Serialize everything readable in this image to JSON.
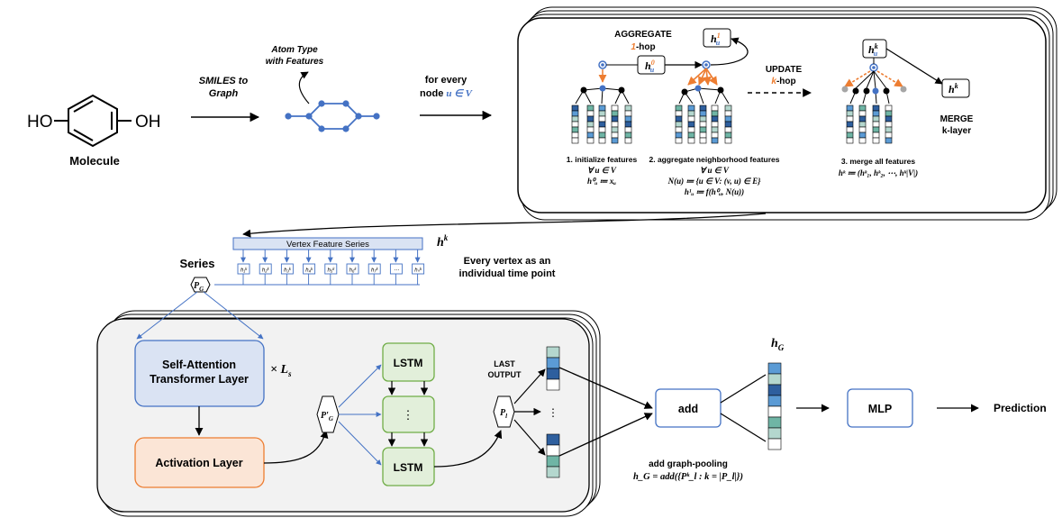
{
  "colors": {
    "blue": "#4472c4",
    "orange": "#ed7d31",
    "lstm_fill": "#e2efda",
    "lstm_stroke": "#70ad47",
    "attn_fill": "#dae3f3",
    "act_fill": "#fbe5d6",
    "panel_fill": "#f2f2f2",
    "vfs_fill": "#dae3f3",
    "feat_dark": "#2e5f9e",
    "feat_mid": "#5b9bd5",
    "feat_teal": "#6fb5a5",
    "feat_light": "#b4d7ce"
  },
  "molecule": {
    "left_group": "HO",
    "right_group": "OH",
    "caption": "Molecule"
  },
  "arrow1": {
    "line1": "SMILES to",
    "line2": "Graph"
  },
  "graph": {
    "atom_type_line1": "Atom Type",
    "atom_type_line2": "with Features"
  },
  "arrow2": {
    "line1": "for every",
    "line2_prefix": "node ",
    "line2_math": "u ∈ V"
  },
  "top_panel": {
    "aggregate_label": "AGGREGATE",
    "hop1_num": "1",
    "hop1_text": "-hop",
    "update_label": "UPDATE",
    "khop_k": "k",
    "khop_text": "-hop",
    "merge_line1": "MERGE",
    "merge_line2": "k-layer",
    "h_u0": "h",
    "h_u0_sup": "0",
    "h_u0_sub": "u",
    "h_u1_sup": "1",
    "h_uk_sup": "k",
    "h_k": "h",
    "h_k_sup": "k",
    "step1_title": "1. initialize features",
    "step1_line2": "∀ u ∈ V",
    "step1_line3": "h⁰ᵤ ≔ xᵤ",
    "step2_title": "2. aggregate neighborhood features",
    "step2_line2": "∀ u ∈ V",
    "step2_line3": "N(u) ≔ {u ∈ V: (v, u) ∈ E}",
    "step2_line4": "h¹ᵤ ≔ f(h⁰ᵤ, N(u))",
    "step3_title": "3. merge all features",
    "step3_line2": "hᵏ ≔ (hᵏ₁, hᵏ₂, ⋯, hᵏ|V|)"
  },
  "series": {
    "label": "Series",
    "vfs_label": "Vertex Feature Series",
    "hk": "h",
    "hk_sup": "k",
    "cells": [
      "h₁ᵏ",
      "h₂ᵏ",
      "h₃ᵏ",
      "h₄ᵏ",
      "h₅ᵏ",
      "h₆ᵏ",
      "h₇ᵏ",
      "⋯",
      "hₙᵏ"
    ],
    "note_line1": "Every vertex as an",
    "note_line2": "individual time point",
    "pg": "P",
    "pg_sub": "G"
  },
  "bottom_panel": {
    "attn_line1": "Self-Attention",
    "attn_line2": "Transformer Layer",
    "times_ls": "× L",
    "times_ls_sub": "s",
    "activation": "Activation Layer",
    "pg_prime": "P′",
    "pg_prime_sub": "G",
    "lstm_top": "LSTM",
    "lstm_mid": "⋮",
    "lstm_bottom": "LSTM",
    "last_output_line1": "LAST",
    "last_output_line2": "OUTPUT",
    "pl": "P",
    "pl_sub": "l",
    "dots": "⋮"
  },
  "add": {
    "label": "add",
    "caption_line1": "add graph-pooling",
    "caption_line2": "h_G = add({Pᵏ_l : k = |P_l|})"
  },
  "hg": {
    "h": "h",
    "sub": "G"
  },
  "mlp": {
    "label": "MLP"
  },
  "prediction": {
    "label": "Prediction"
  }
}
